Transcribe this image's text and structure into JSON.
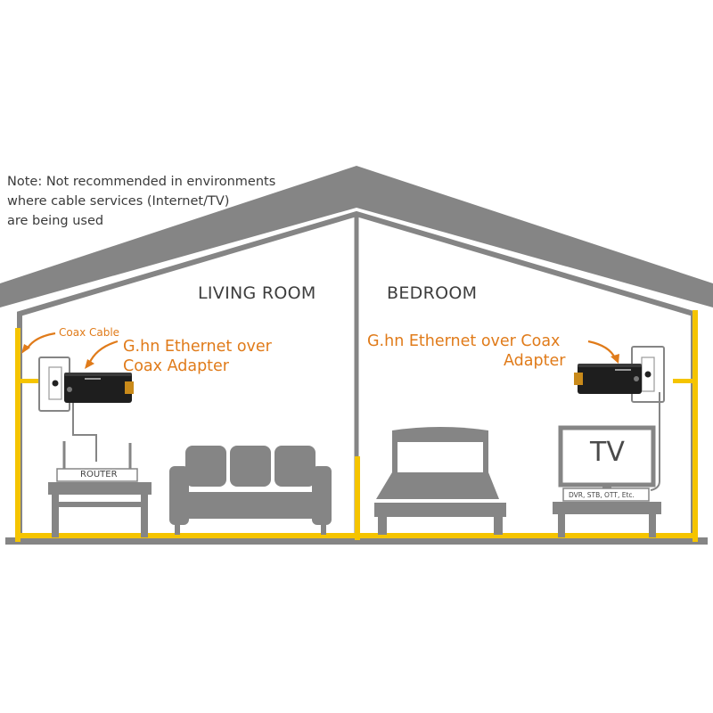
{
  "note": {
    "lines": [
      "Note: Not recommended in environments",
      "where cable services (Internet/TV)",
      "are being used"
    ]
  },
  "rooms": {
    "living_room": "LIVING ROOM",
    "bedroom": "BEDROOM"
  },
  "callouts": {
    "coax_cable": "Coax Cable",
    "left_adapter_line1": "G.hn Ethernet over",
    "left_adapter_line2": "Coax Adapter",
    "right_adapter_line1": "G.hn Ethernet over Coax",
    "right_adapter_line2": "Adapter"
  },
  "devices": {
    "router": "ROUTER",
    "tv": "TV",
    "set_top": "DVR, STB, OTT, Etc."
  },
  "colors": {
    "house": "#858585",
    "coax": "#f5c400",
    "callout": "#e07b1a",
    "adapter": "#1e1e1e"
  }
}
